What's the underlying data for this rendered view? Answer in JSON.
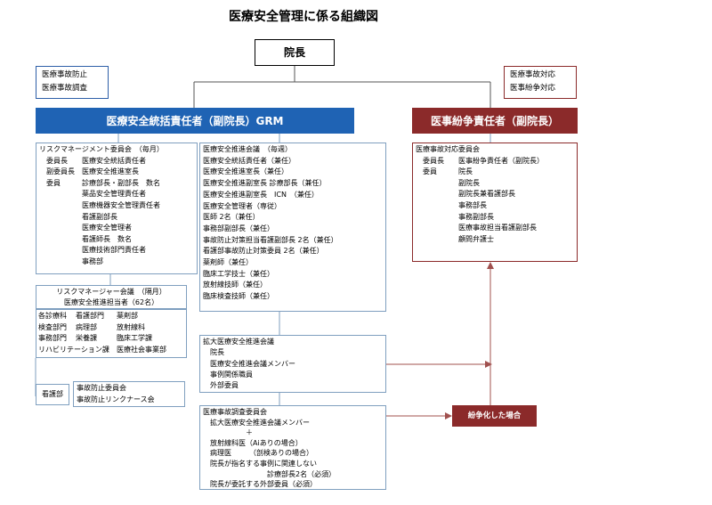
{
  "title": "医療安全管理に係る組織図",
  "director": "院長",
  "left_note": [
    "医療事故防止",
    "医療事故調査"
  ],
  "right_note": [
    "医療事故対応",
    "医事紛争対応"
  ],
  "grm_bar": "医療安全統括責任者（副院長）GRM",
  "dispute_bar": "医事紛争責任者（副院長）",
  "risk_committee": [
    "リスクマネージメント委員会　（毎月）",
    "　委員長　　医療安全統括責任者",
    "　副委員長　医療安全推進室長",
    "　委員　　　診療部長・副部長　数名",
    "　　　　　　薬品安全管理責任者",
    "　　　　　　医療機器安全管理責任者",
    "　　　　　　看護副部長",
    "　　　　　　医療安全管理者",
    "　　　　　　看護師長　数名",
    "　　　　　　医療技術部門責任者",
    "　　　　　　事務部"
  ],
  "risk_manager_meeting": [
    "リスクマネージャー会議　（隔月）",
    "医療安全推進担当者（62名）"
  ],
  "departments": [
    [
      "各診療科",
      "看護部門",
      "薬剤部"
    ],
    [
      "検査部門",
      "病理部",
      "放射線科"
    ],
    [
      "事務部門",
      "栄養課",
      "臨床工学課"
    ],
    [
      "リハビリテーション課",
      "",
      "医療社会事業部"
    ]
  ],
  "nursing_label": "看護部",
  "nursing_items": [
    "事故防止委員会",
    "事故防止リンクナース会"
  ],
  "safety_meeting": [
    "医療安全推進会議　（毎週）",
    "医療安全統括責任者（兼任）",
    "医療安全推進室長（兼任）",
    "医療安全推進副室長 診療部長（兼任）",
    "医療安全推進副室長　ICN　（兼任）",
    "医療安全管理者（専従）",
    "医師 2名（兼任）",
    "事務部副部長（兼任）",
    "事故防止対策担当看護副部長 2名（兼任）",
    "看護部事故防止対策委員 2名（兼任）",
    "薬剤師（兼任）",
    "臨床工学技士（兼任）",
    "放射線技師（兼任）",
    "臨床検査技師（兼任）"
  ],
  "expanded_meeting": [
    "拡大医療安全推進会議",
    "　院長",
    "　医療安全推進会議メンバー",
    "　事例関係職員",
    "　外部委員"
  ],
  "investigation": [
    "医療事故調査委員会",
    "　拡大医療安全推進会議メンバー",
    "　　　　　　＋",
    "　放射線科医（Aiありの場合）",
    "　病理医　　　（剖検ありの場合）",
    "　院長が指名する事例に関連しない",
    "　　　　　　　　　診療部長2名（必須）",
    "　院長が委託する外部委員（必須）"
  ],
  "dispute_committee": [
    "医療事故対応委員会",
    "　委員長　　医事紛争責任者（副院長）",
    "　委員　　　院長",
    "　　　　　　副院長",
    "　　　　　　副院長兼看護部長",
    "　　　　　　事務部長",
    "　　　　　　事務副部長",
    "　　　　　　医療事故担当看護副部長",
    "　　　　　　顧問弁護士"
  ],
  "dispute_label": "紛争化した場合",
  "colors": {
    "blue": "#1f63b4",
    "red": "#8b2a2a",
    "line": "#7f9fbf"
  }
}
